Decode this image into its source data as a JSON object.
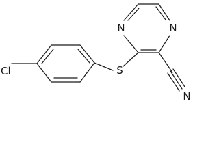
{
  "molecule": {
    "atoms": {
      "n1": "N",
      "n4": "N",
      "s": "S",
      "n_nitrile": "N",
      "cl": "Cl"
    },
    "colors": {
      "bond": "#1a1a1a",
      "text": "#1a1a1a",
      "background": "#ffffff"
    }
  }
}
